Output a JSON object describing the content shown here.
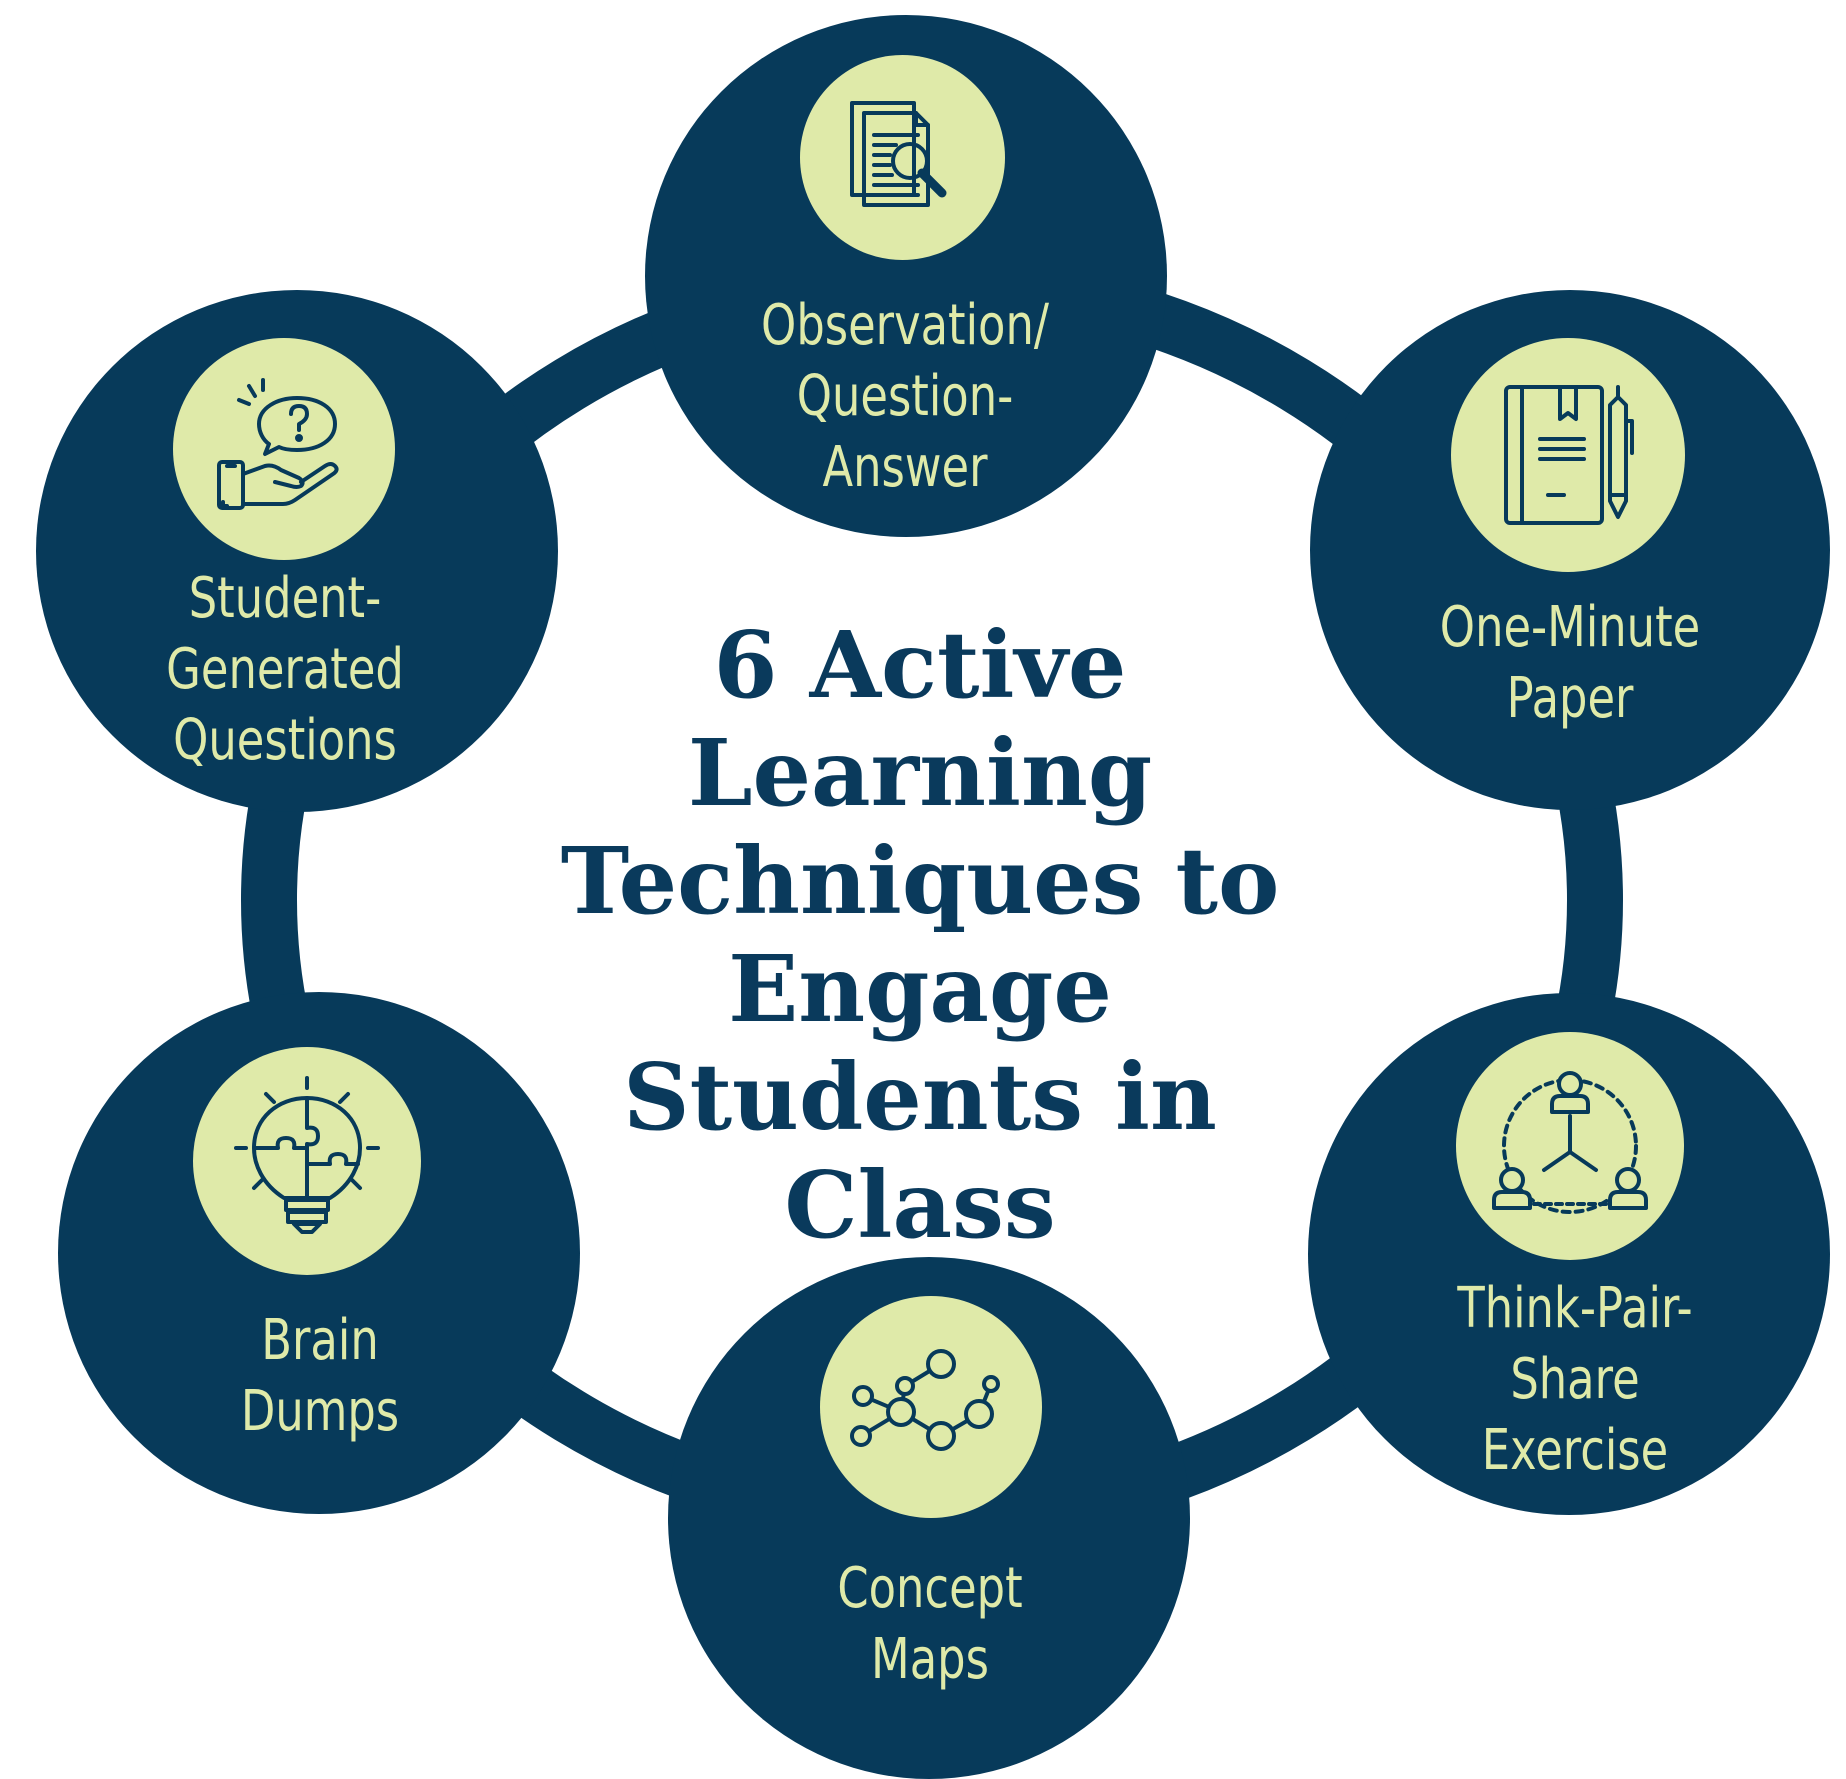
{
  "title_lines": [
    "6 Active",
    "Learning",
    "Techniques to",
    "Engage",
    "Students in",
    "Class"
  ],
  "colors": {
    "navy": "#073a5a",
    "title_navy": "#0a3a5c",
    "light_green": "#dfeaa9",
    "background": "#ffffff"
  },
  "techniques": [
    {
      "id": "observation",
      "icon": "document-search-icon",
      "label_lines": [
        "Observation/",
        "Question-",
        "Answer"
      ]
    },
    {
      "id": "one-minute-paper",
      "icon": "notebook-pen-icon",
      "label_lines": [
        "One-Minute",
        "Paper"
      ]
    },
    {
      "id": "think-pair-share",
      "icon": "people-network-icon",
      "label_lines": [
        "Think-Pair-",
        "Share",
        "Exercise"
      ]
    },
    {
      "id": "concept-maps",
      "icon": "molecule-network-icon",
      "label_lines": [
        "Concept",
        "Maps"
      ]
    },
    {
      "id": "brain-dumps",
      "icon": "puzzle-lightbulb-icon",
      "label_lines": [
        "Brain",
        "Dumps"
      ]
    },
    {
      "id": "student-questions",
      "icon": "hand-question-bubble-icon",
      "label_lines": [
        "Student-",
        "Generated",
        "Questions"
      ]
    }
  ]
}
